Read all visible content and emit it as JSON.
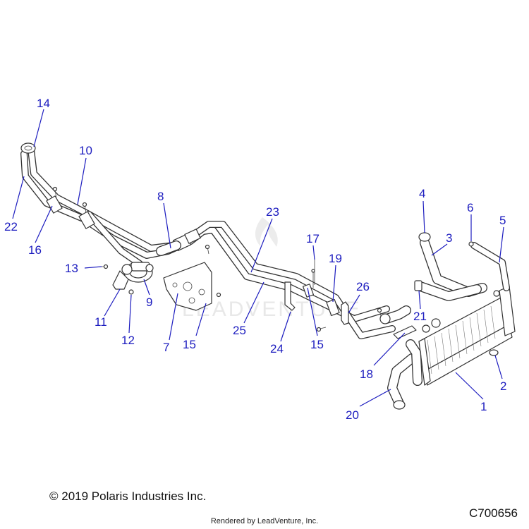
{
  "diagram": {
    "watermark": "LEADVENTURE",
    "callouts": [
      {
        "id": "c1",
        "label": "1"
      },
      {
        "id": "c2",
        "label": "2"
      },
      {
        "id": "c3",
        "label": "3"
      },
      {
        "id": "c4",
        "label": "4"
      },
      {
        "id": "c5",
        "label": "5"
      },
      {
        "id": "c6",
        "label": "6"
      },
      {
        "id": "c7",
        "label": "7"
      },
      {
        "id": "c8",
        "label": "8"
      },
      {
        "id": "c9",
        "label": "9"
      },
      {
        "id": "c10",
        "label": "10"
      },
      {
        "id": "c11",
        "label": "11"
      },
      {
        "id": "c12",
        "label": "12"
      },
      {
        "id": "c13",
        "label": "13"
      },
      {
        "id": "c14",
        "label": "14"
      },
      {
        "id": "c15a",
        "label": "15"
      },
      {
        "id": "c15b",
        "label": "15"
      },
      {
        "id": "c16",
        "label": "16"
      },
      {
        "id": "c17",
        "label": "17"
      },
      {
        "id": "c18",
        "label": "18"
      },
      {
        "id": "c19",
        "label": "19"
      },
      {
        "id": "c20",
        "label": "20"
      },
      {
        "id": "c21",
        "label": "21"
      },
      {
        "id": "c22",
        "label": "22"
      },
      {
        "id": "c23",
        "label": "23"
      },
      {
        "id": "c24",
        "label": "24"
      },
      {
        "id": "c25",
        "label": "25"
      },
      {
        "id": "c26",
        "label": "26"
      }
    ]
  },
  "footer": {
    "copyright": "© 2019 Polaris Industries Inc.",
    "diagram_code": "C700656",
    "rendered_by": "Rendered by LeadVenture, Inc."
  }
}
